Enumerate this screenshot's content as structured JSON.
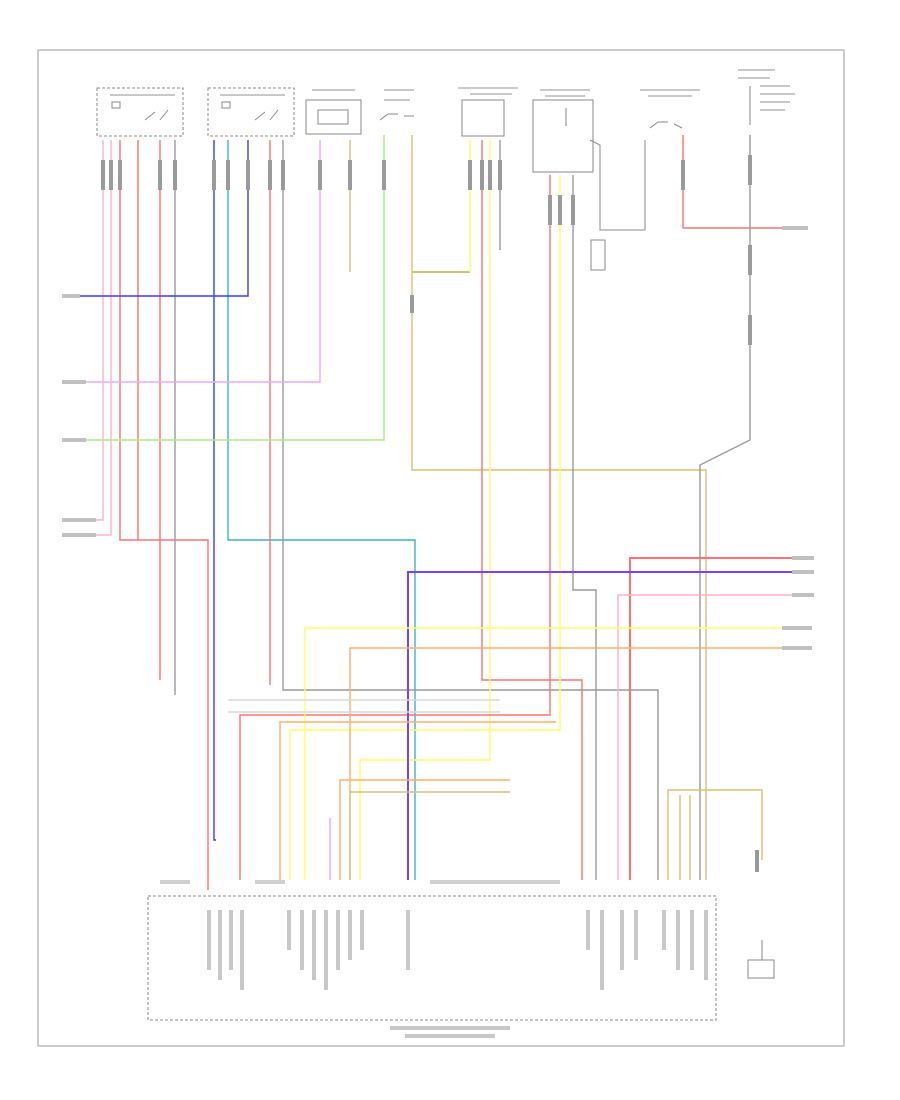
{
  "footer_label": "",
  "colors": {
    "frame": "#9a9a9a",
    "component_outline": "#8a8a8a",
    "text": "#6a6a6a",
    "blue": "#3a3aff",
    "red": "#ff7070",
    "pink": "#ffb0c8",
    "green": "#a8f080",
    "violet": "#e8a8ff",
    "yellow": "#ffff60",
    "tan": "#d8c070",
    "orange": "#ffb060",
    "gray": "#9a9a9a",
    "teal": "#40b0c0",
    "purple": "#7a40ff",
    "light_gray": "#d8d8d8"
  },
  "top_components": [
    {
      "name": "component-passenger-door-window-switch"
    },
    {
      "name": "component-driver-door-window-switch"
    },
    {
      "name": "component-unit-a"
    },
    {
      "name": "component-switch-b"
    },
    {
      "name": "component-module-c"
    },
    {
      "name": "component-relay-d"
    },
    {
      "name": "component-switch-e"
    },
    {
      "name": "component-fuse-f"
    }
  ],
  "side_labels_left": [
    {
      "name": "left-label-1"
    },
    {
      "name": "left-label-2"
    },
    {
      "name": "left-label-3"
    },
    {
      "name": "left-label-4"
    },
    {
      "name": "left-label-5"
    }
  ],
  "side_labels_right": [
    {
      "name": "right-label-1"
    },
    {
      "name": "right-label-2"
    },
    {
      "name": "right-label-3"
    },
    {
      "name": "right-label-4"
    },
    {
      "name": "right-label-5"
    },
    {
      "name": "right-label-6"
    }
  ],
  "bottom_module": {
    "name": "control-module"
  },
  "ground": {
    "name": "ground-symbol"
  }
}
